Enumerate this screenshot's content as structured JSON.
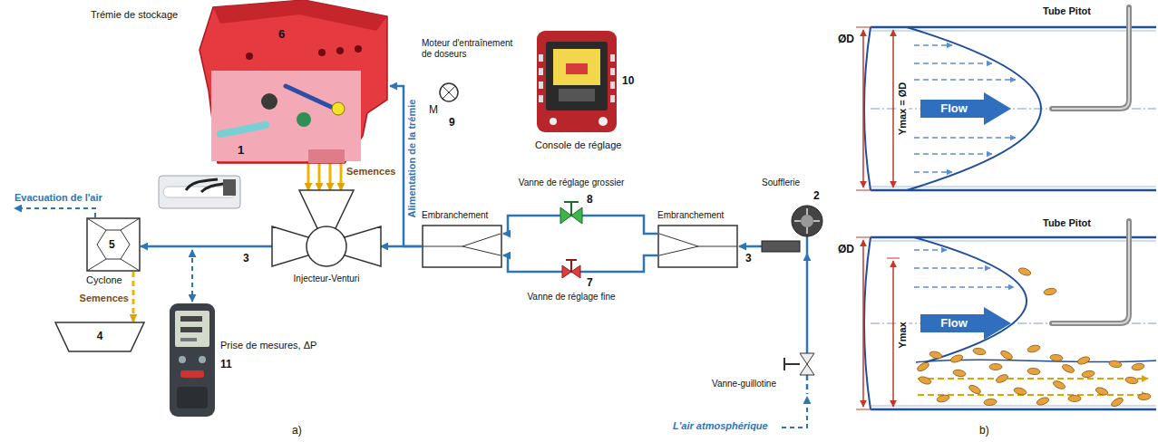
{
  "diagram": {
    "nodes": [
      {
        "text": [
          "6",
          "1"
        ]
      },
      {
        "text": [
          "Moteur d'entraînement de doseurs",
          "M",
          "9"
        ]
      },
      {
        "text": [
          "10",
          "Console de réglage"
        ]
      },
      {
        "text": [
          "Injecteur-Venturi"
        ]
      },
      {
        "text": [
          "5",
          "Cyclone"
        ]
      },
      {
        "text": [
          "4"
        ]
      },
      {
        "text": [
          "Embranchement"
        ]
      },
      {
        "text": [
          "Vanne de réglage grossier",
          "8"
        ]
      },
      {
        "text": [
          "7",
          "Vanne de réglage fine"
        ]
      },
      {
        "text": [
          "Embranchement"
        ]
      },
      {
        "text": [
          "Soufflerie",
          "2"
        ]
      },
      {
        "text": [
          "Vanne-guillotine"
        ]
      },
      {
        "text": [
          "Prise de mesures, ΔP",
          "11"
        ]
      },
      {
        "text": [
          "Flow"
        ]
      },
      {
        "text": [
          "Flow"
        ]
      }
    ],
    "edges": [
      {
        "from": 11,
        "to": 10,
        "arrow": "to"
      },
      {
        "from": 10,
        "to": 9,
        "arrow": "to"
      },
      {
        "from": 9,
        "to": 7,
        "arrow": "none"
      },
      {
        "from": 7,
        "to": 6,
        "arrow": "to"
      },
      {
        "from": 9,
        "to": 8,
        "arrow": "none"
      },
      {
        "from": 8,
        "to": 6,
        "arrow": "to"
      },
      {
        "from": 6,
        "to": 3,
        "arrow": "to"
      },
      {
        "from": 6,
        "to": 0,
        "arrow": "to",
        "label": "Alimentation de la trémie"
      },
      {
        "from": 0,
        "to": 3,
        "arrow": "to",
        "label": "Semences"
      },
      {
        "from": 3,
        "to": 4,
        "arrow": "to"
      },
      {
        "from": 4,
        "to": 5,
        "arrow": "to",
        "label": "Semences"
      }
    ],
    "labels": [
      "Trémie de stockage",
      "Evacuation de l'air",
      "3",
      "3",
      "L'air atmosphérique",
      "a)",
      "Tube Pitot",
      "ØD",
      "Ymax = ØD",
      "Tube Pitot",
      "ØD",
      "Ymax",
      "b)"
    ]
  }
}
